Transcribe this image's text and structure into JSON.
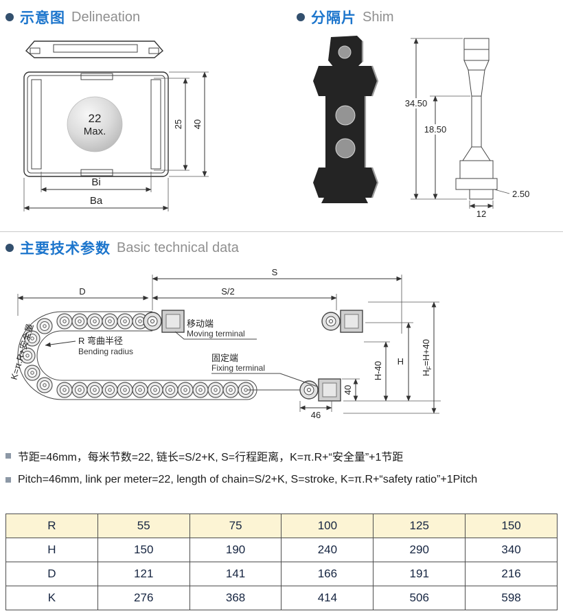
{
  "page": {
    "accent_blue": "#1c75cc",
    "header_gray": "#8f8f8f",
    "table_highlight": "#fcf4d4"
  },
  "sections": {
    "delineation": {
      "zh": "示意图",
      "en": "Delineation"
    },
    "shim": {
      "zh": "分隔片",
      "en": "Shim"
    },
    "technical": {
      "zh": "主要技术参数",
      "en": "Basic technical data"
    }
  },
  "delineation_diagram": {
    "ball_line1": "22",
    "ball_line2": "Max.",
    "dim_inner_height": "25",
    "dim_outer_height": "40",
    "dim_inner_width": "Bi",
    "dim_outer_width": "Ba"
  },
  "shim_diagram": {
    "dim_total_height": "34.50",
    "dim_mid_height": "18.50",
    "dim_thickness": "2.50",
    "dim_foot_width": "12"
  },
  "technical_diagram": {
    "dim_stroke": "S",
    "dim_half_stroke": "S/2",
    "dim_d": "D",
    "dim_h": "H",
    "dim_h_minus_40": "H-40",
    "dim_hf_h": "H",
    "dim_hf_sub": "F",
    "dim_hf_rest": "=H+40",
    "dim_40": "40",
    "dim_46": "46",
    "moving_terminal_zh": "移动端",
    "moving_terminal_en": "Moving terminal",
    "fixing_terminal_zh": "固定端",
    "fixing_terminal_en": "Fixing terminal",
    "bending_radius_zh": "R 弯曲半径",
    "bending_radius_en": "Bending radius",
    "safety_label": "K=π.R+安全量"
  },
  "notes": [
    {
      "text": "节距=46mm，每米节数=22, 链长=S/2+K, S=行程距离，K=π.R+“安全量”+1节距"
    },
    {
      "text": "Pitch=46mm, link per meter=22, length of chain=S/2+K, S=stroke, K=π.R+“safety ratio”+1Pitch"
    }
  ],
  "table": {
    "rows": [
      {
        "label": "R",
        "values": [
          "55",
          "75",
          "100",
          "125",
          "150"
        ]
      },
      {
        "label": "H",
        "values": [
          "150",
          "190",
          "240",
          "290",
          "340"
        ]
      },
      {
        "label": "D",
        "values": [
          "121",
          "141",
          "166",
          "191",
          "216"
        ]
      },
      {
        "label": "K",
        "values": [
          "276",
          "368",
          "414",
          "506",
          "598"
        ]
      }
    ]
  }
}
